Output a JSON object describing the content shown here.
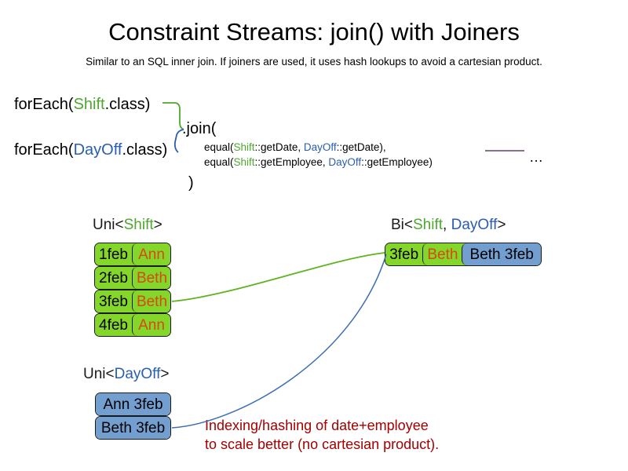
{
  "header": {
    "title": "Constraint Streams: join() with Joiners",
    "subtitle": "Similar to an SQL inner join. If joiners are used, it uses hash lookups to avoid a cartesian product."
  },
  "code": {
    "forEach_shift": {
      "prefix": "forEach(",
      "type": "Shift",
      "suffix": ".class)"
    },
    "forEach_dayoff": {
      "prefix": "forEach(",
      "type": "DayOff",
      "suffix": ".class)"
    },
    "join_open": ".join(",
    "join_close": ")",
    "equal_lines": [
      {
        "prefix": "equal(",
        "left_type": "Shift",
        "left_method": "::getDate, ",
        "right_type": "DayOff",
        "right_method": "::getDate),"
      },
      {
        "prefix": "equal(",
        "left_type": "Shift",
        "left_method": "::getEmployee, ",
        "right_type": "DayOff",
        "right_method": "::getEmployee)"
      }
    ],
    "ellipsis": "…"
  },
  "streams": {
    "uni_shift": {
      "label_prefix": "Uni<",
      "label_type": "Shift",
      "label_suffix": ">",
      "rows": [
        {
          "date": "1feb",
          "employee": "Ann"
        },
        {
          "date": "2feb",
          "employee": "Beth"
        },
        {
          "date": "3feb",
          "employee": "Beth"
        },
        {
          "date": "4feb",
          "employee": "Ann"
        }
      ]
    },
    "uni_dayoff": {
      "label_prefix": "Uni<",
      "label_type": "DayOff",
      "label_suffix": ">",
      "rows": [
        {
          "text": "Ann 3feb"
        },
        {
          "text": "Beth 3feb"
        }
      ]
    },
    "bi": {
      "label_prefix": "Bi<",
      "label_type_a": "Shift",
      "label_sep": ", ",
      "label_type_b": "DayOff",
      "label_suffix": ">",
      "row": {
        "date": "3feb",
        "employee": "Beth",
        "dayoff": "Beth 3feb"
      }
    }
  },
  "annotation": {
    "line1": "Indexing/hashing of date+employee",
    "line2": "to scale better (no cartesian product)."
  },
  "colors": {
    "shift_green": "#4ea72e",
    "dayoff_blue": "#2a5db0",
    "box_green": "#84d62b",
    "box_blue": "#729fcf",
    "employee_orange": "#d64a10",
    "annotation_red": "#a40000",
    "connector_purple": "#7a5c7a",
    "border_dark": "#1a1a1a"
  }
}
